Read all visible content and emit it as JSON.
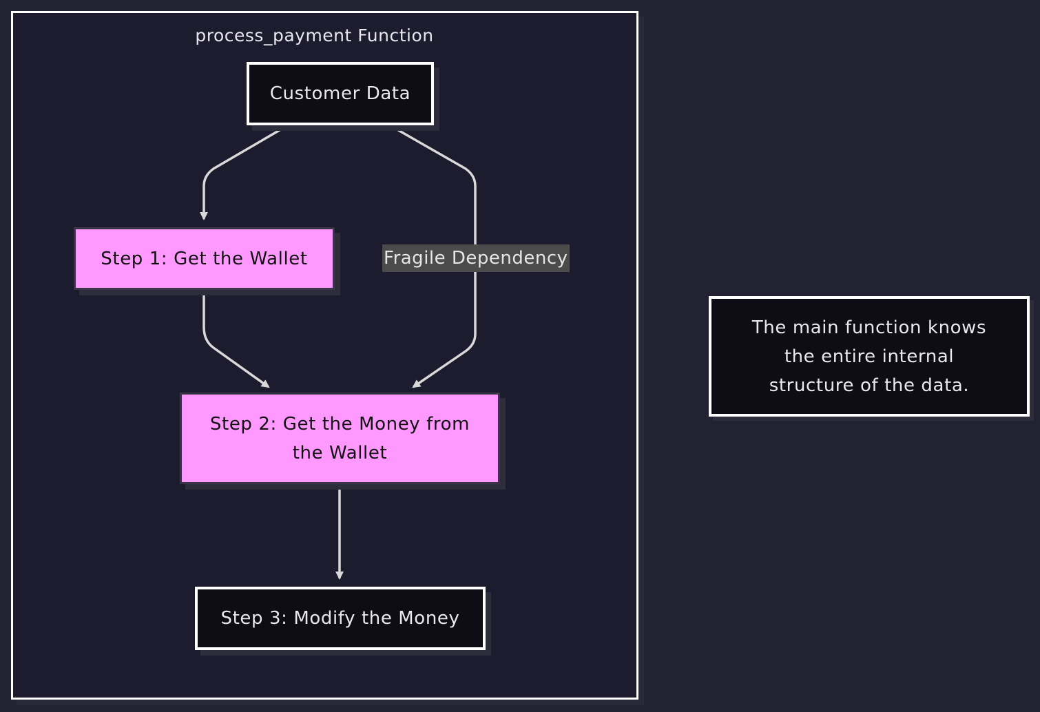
{
  "subgraph": {
    "title": "process_payment Function"
  },
  "nodes": {
    "customer_data": "Customer Data",
    "step1": "Step 1: Get the Wallet",
    "step2": "Step 2: Get the Money from the Wallet",
    "step3": "Step 3: Modify the Money"
  },
  "edges": {
    "fragile_label": "Fragile Dependency"
  },
  "note": {
    "text": "The main function knows the entire internal structure of the data."
  },
  "colors": {
    "background": "#232232",
    "subgraph_fill": "#1d1c2e",
    "dark_node_fill": "#0e0d16",
    "highlight_node_fill": "#ff99ff",
    "edge": "#d9d9d9",
    "edge_label_bg": "#4b4b4b"
  }
}
